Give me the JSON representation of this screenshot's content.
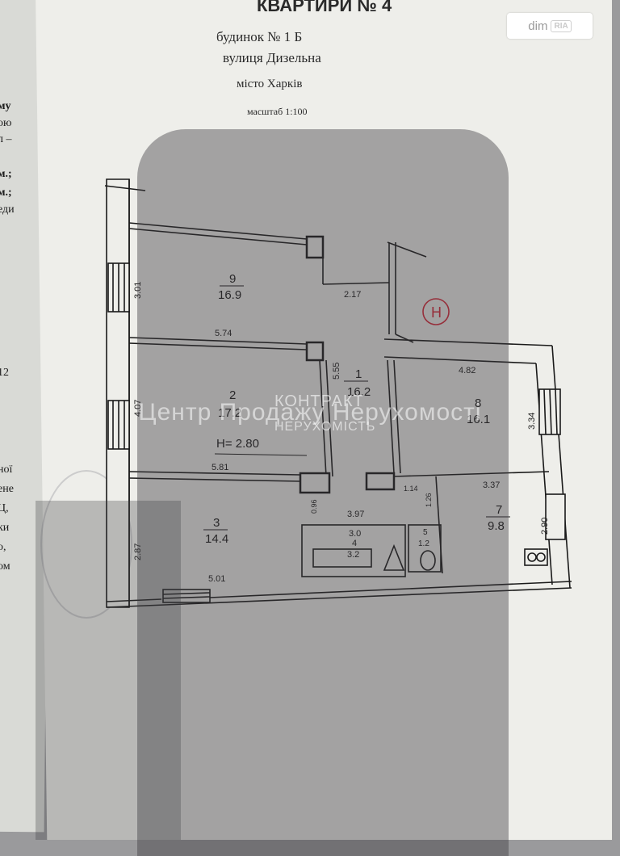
{
  "header": {
    "title": "КВАРТИРИ № 4",
    "building": "будинок   № 1 Б",
    "street": "вулиця Дизельна",
    "city": "місто  Харків",
    "scale": "масштаб 1:100"
  },
  "left_page": [
    "му",
    "ою",
    "л –",
    "м.;",
    "м.;",
    "еди",
    "12",
    "ної",
    "ене",
    "Ц,",
    "ки",
    "о,",
    "ом"
  ],
  "badge": {
    "brand": "dim",
    "sub": "RIA"
  },
  "watermark": {
    "text": "Центр Продажу Нерухомості",
    "logo_top": "КОНТРАКТ",
    "logo_bottom": "НЕРУХОМІСТЬ"
  },
  "plan": {
    "height_label": "Н= 2.80",
    "entrance_marker": "Н",
    "rooms": [
      {
        "num": "9",
        "area": "16.9"
      },
      {
        "num": "2",
        "area": "17.2"
      },
      {
        "num": "1",
        "area": "16.2"
      },
      {
        "num": "8",
        "area": "16.1"
      },
      {
        "num": "3",
        "area": "14.4"
      },
      {
        "num": "7",
        "area": "9.8"
      },
      {
        "num": "4",
        "area": "3.2"
      },
      {
        "num": "5",
        "area": "1.2"
      }
    ],
    "dimensions": [
      "3.01",
      "5.74",
      "2.17",
      "5.55",
      "4.82",
      "3.34",
      "4.07",
      "5.81",
      "1.14",
      "3.37",
      "1.26",
      "2.90",
      "2.87",
      "0.96",
      "3.97",
      "3.0",
      "5.01"
    ]
  },
  "colors": {
    "sheet": "#eeeeea",
    "ink": "#1a1a1a",
    "marker": "#d8283a"
  }
}
